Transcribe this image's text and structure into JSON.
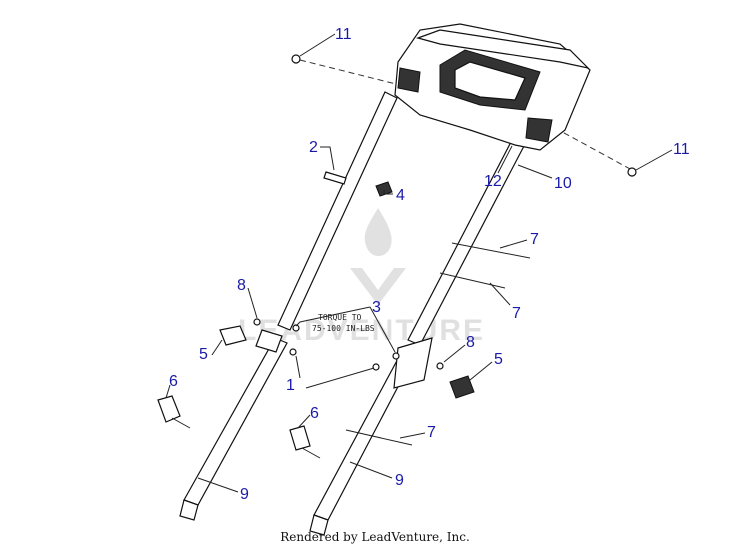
{
  "diagram": {
    "callouts": [
      {
        "id": "c11a",
        "text": "11"
      },
      {
        "id": "c11b",
        "text": "11"
      },
      {
        "id": "c2",
        "text": "2"
      },
      {
        "id": "c4",
        "text": "4"
      },
      {
        "id": "c12",
        "text": "12"
      },
      {
        "id": "c10",
        "text": "10"
      },
      {
        "id": "c7a",
        "text": "7"
      },
      {
        "id": "c7b",
        "text": "7"
      },
      {
        "id": "c7c",
        "text": "7"
      },
      {
        "id": "c8a",
        "text": "8"
      },
      {
        "id": "c8b",
        "text": "8"
      },
      {
        "id": "c3",
        "text": "3"
      },
      {
        "id": "c5a",
        "text": "5"
      },
      {
        "id": "c5b",
        "text": "5"
      },
      {
        "id": "c1",
        "text": "1"
      },
      {
        "id": "c6a",
        "text": "6"
      },
      {
        "id": "c6b",
        "text": "6"
      },
      {
        "id": "c9a",
        "text": "9"
      },
      {
        "id": "c9b",
        "text": "9"
      }
    ],
    "torque_note": [
      "TORQUE TO",
      "75-100 IN-LBS"
    ],
    "watermark_text": "LEADVENTURE",
    "footer": "Rendered by LeadVenture, Inc."
  }
}
